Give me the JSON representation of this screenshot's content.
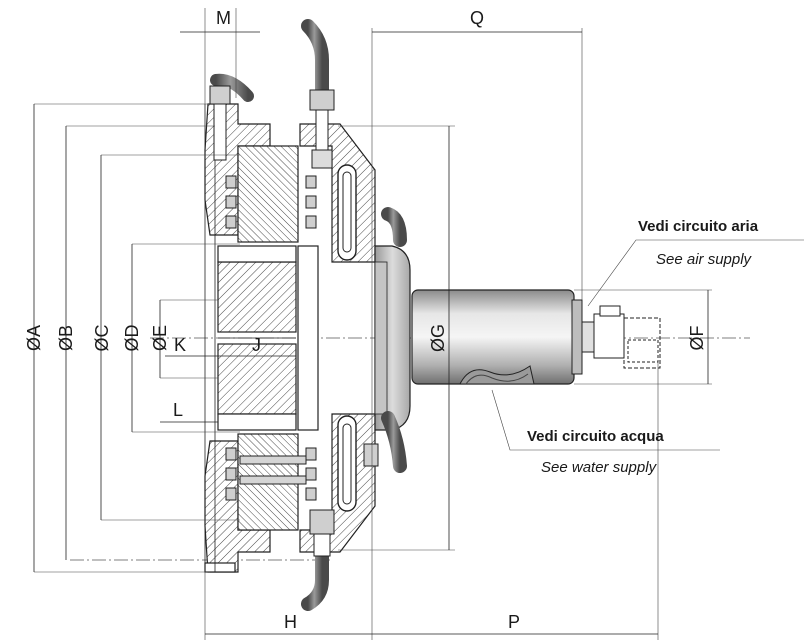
{
  "dimensions": {
    "M": "M",
    "Q": "Q",
    "A": "ØA",
    "B": "ØB",
    "C": "ØC",
    "D": "ØD",
    "E": "ØE",
    "K": "K",
    "J": "J",
    "L": "L",
    "G": "ØG",
    "F": "ØF",
    "H": "H",
    "P": "P"
  },
  "notes": {
    "air_it": "Vedi circuito aria",
    "air_en": "See air supply",
    "water_it": "Vedi circuito acqua",
    "water_en": "See water supply"
  },
  "colors": {
    "line": "#222222",
    "metal_light": "#d9d9d9",
    "metal_mid": "#b5b5b5",
    "metal_dark": "#7a7a7a",
    "hose": "#6e6e6e"
  }
}
